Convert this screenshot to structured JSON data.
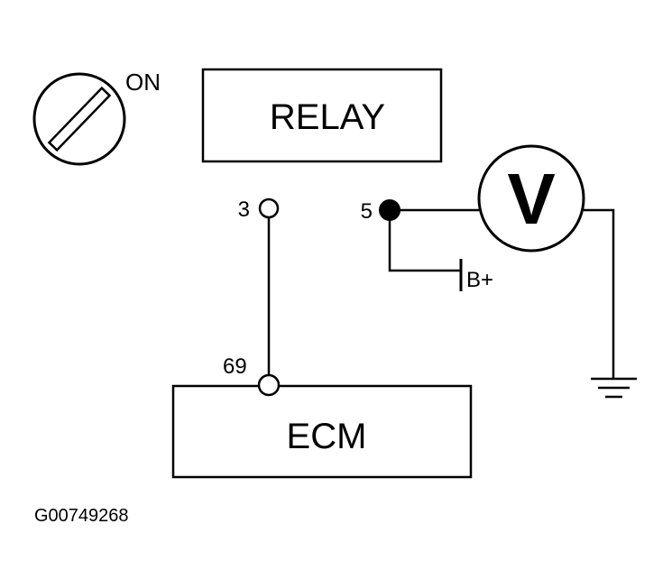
{
  "ignition": {
    "label": "ON"
  },
  "relay": {
    "label": "RELAY"
  },
  "ecm": {
    "label": "ECM"
  },
  "terminals": {
    "relay_pin_3": "3",
    "relay_pin_5": "5",
    "ecm_pin_69": "69"
  },
  "voltmeter": {
    "symbol": "V"
  },
  "supply": {
    "label": "B+"
  },
  "figure_id": "G00749268",
  "colors": {
    "ink": "#000000",
    "background": "#ffffff"
  }
}
